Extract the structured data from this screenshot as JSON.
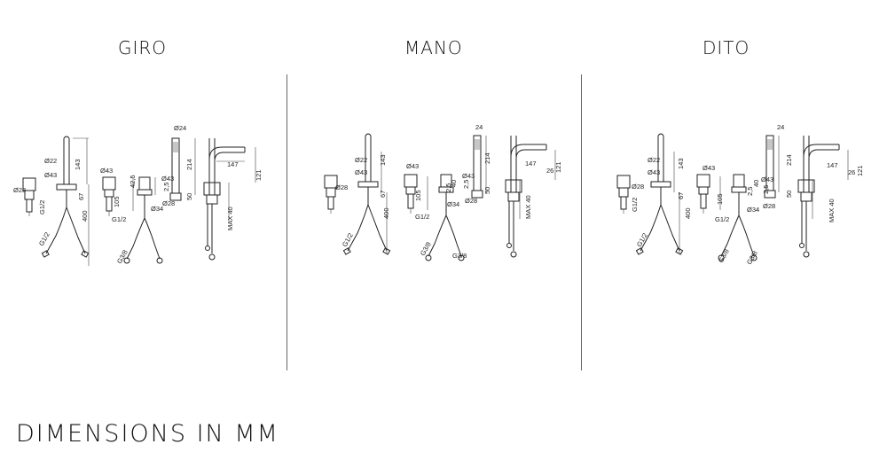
{
  "headings": {
    "left": "GIRO",
    "center": "MANO",
    "right": "DITO"
  },
  "footer": "DIMENSIONS IN MM",
  "labels": {
    "d22": "Ø22",
    "d43": "Ø43",
    "d28": "Ø28",
    "d24": "Ø24",
    "d34": "Ø34",
    "g12": "G1/2",
    "g38": "G3/8",
    "v143": "143",
    "v67": "67",
    "v400": "400",
    "v105": "105",
    "v42_5": "42,5",
    "v25": "2,5",
    "v40": "40",
    "v214": "214",
    "v50": "50",
    "v147": "147",
    "v121": "121",
    "v26": "26",
    "v24": "24",
    "max40": "MAX 40"
  }
}
